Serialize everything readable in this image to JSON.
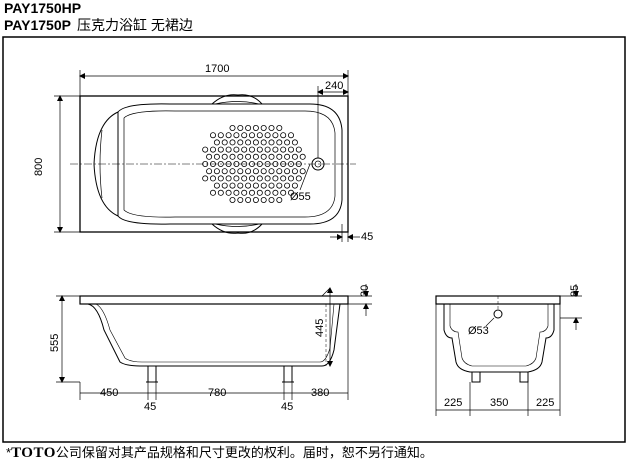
{
  "title": {
    "model_hp": "PAY1750HP",
    "model_p": "PAY1750P",
    "description": "压克力浴缸  无裙边"
  },
  "dimensions": {
    "top_length": "1700",
    "top_drain_offset": "240",
    "top_width": "800",
    "drain_diameter": "Ø55",
    "rim_edge": "45",
    "side_height": "555",
    "side_depth": "445",
    "side_rim": "30",
    "foot_span_left": "450",
    "foot_span_mid": "780",
    "foot_span_right": "380",
    "foot_width_left": "45",
    "foot_width_right": "45",
    "end_rim": "85",
    "overflow_diameter": "Ø53",
    "end_left": "225",
    "end_mid": "350",
    "end_right": "225"
  },
  "footer": {
    "prefix": "*",
    "brand": "TOTO",
    "notice": "公司保留对其产品规格和尺寸更改的权利。届时，恕不另行通知。"
  }
}
